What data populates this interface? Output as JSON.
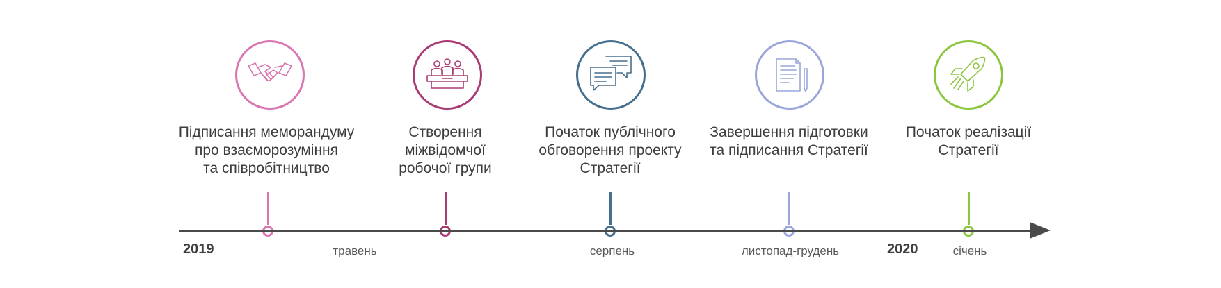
{
  "timeline": {
    "milestones": [
      {
        "title": "Підписання меморандуму\nпро взаєморозуміння\nта співробітництво",
        "color": "#d975b1",
        "icon": "handshake-icon"
      },
      {
        "title": "Створення\nміжвідомчої\nробочої групи",
        "color": "#a93a74",
        "icon": "meeting-table-icon"
      },
      {
        "title": "Початок публічного\nобговорення проекту\nСтратегії",
        "color": "#466f8e",
        "icon": "chat-bubbles-icon"
      },
      {
        "title": "Завершення підготовки\nта підписання Стратегії",
        "color": "#9aa6da",
        "icon": "document-pen-icon"
      },
      {
        "title": "Початок реалізації\nСтратегії",
        "color": "#8cc63f",
        "icon": "rocket-icon"
      }
    ],
    "years": [
      "2019",
      "2020"
    ],
    "months": [
      "травень",
      "серпень",
      "листопад-грудень",
      "січень"
    ],
    "axis_color": "#4a4a4a"
  }
}
